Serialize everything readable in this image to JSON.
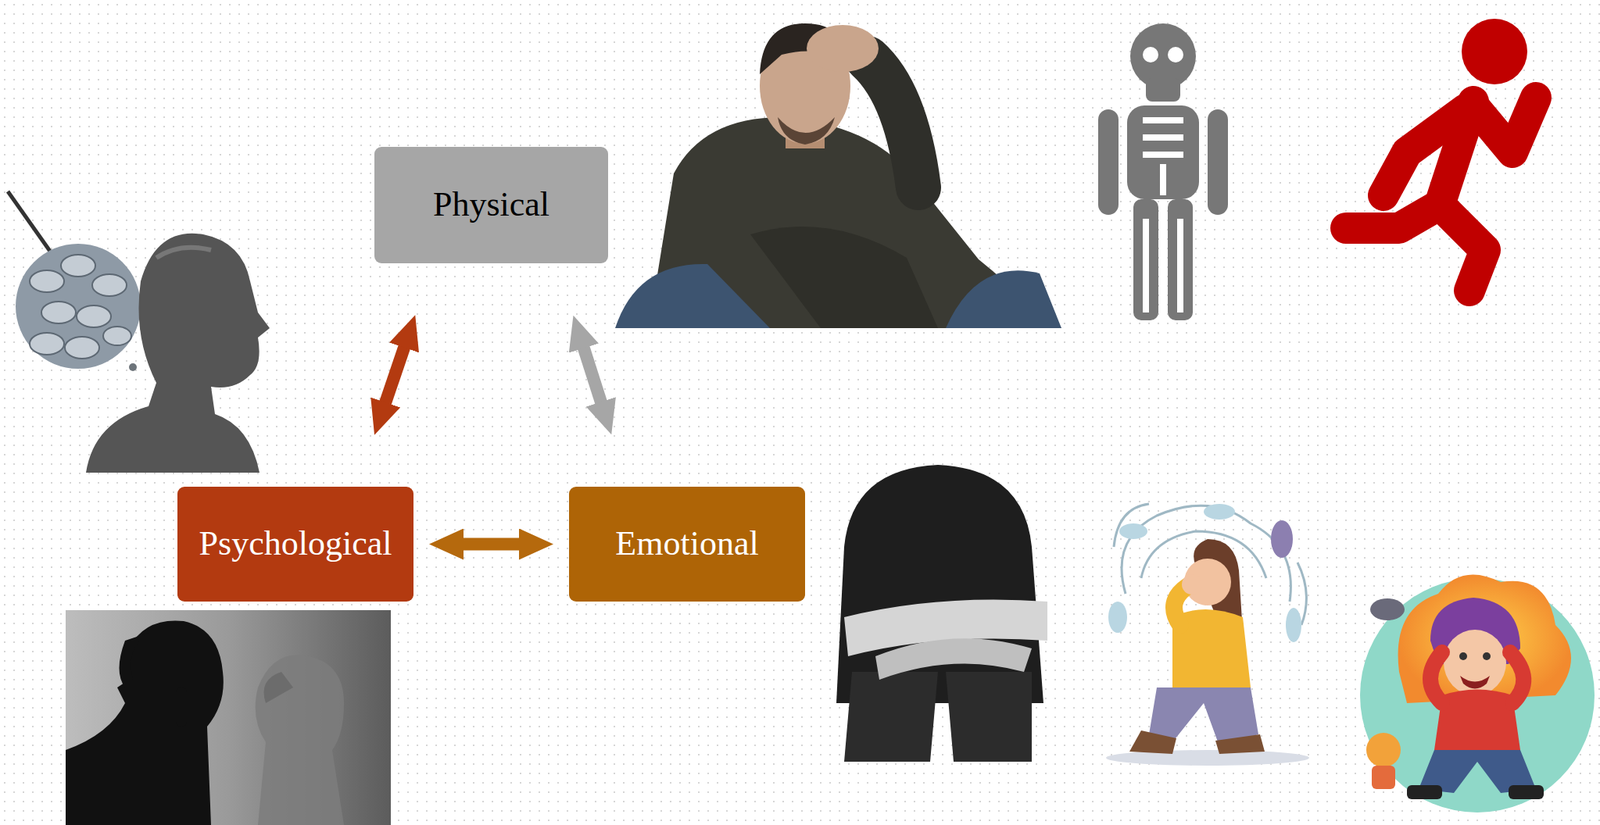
{
  "diagram": {
    "nodes": [
      {
        "text": [
          "Physical"
        ]
      },
      {
        "text": [
          "Psychological"
        ]
      },
      {
        "text": [
          "Emotional"
        ]
      }
    ],
    "edges": [
      {
        "from": 1,
        "to": 0,
        "arrow": "both"
      },
      {
        "from": 0,
        "to": 2,
        "arrow": "both"
      },
      {
        "from": 1,
        "to": 2,
        "arrow": "both"
      }
    ]
  }
}
